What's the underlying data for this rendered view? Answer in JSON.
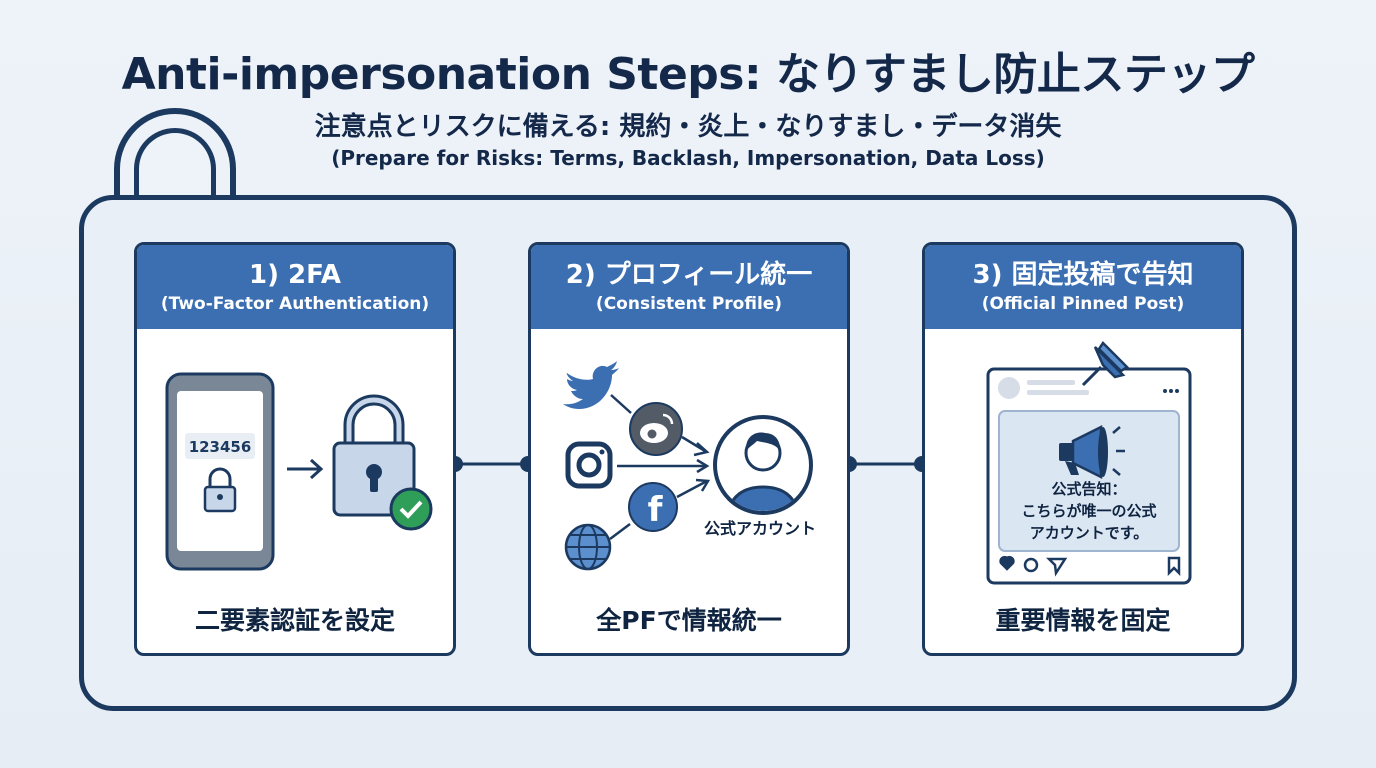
{
  "title": "Anti-impersonation Steps: なりすまし防止ステップ",
  "subtitle": "注意点とリスクに備える: 規約・炎上・なりすまし・データ消失",
  "subtitle_en": "(Prepare for Risks: Terms, Backlash, Impersonation, Data Loss)",
  "steps": [
    {
      "title": "1) 2FA",
      "subtitle": "(Two-Factor Authentication)",
      "code": "123456",
      "caption": "二要素認証を設定"
    },
    {
      "title": "2) プロフィール統一",
      "subtitle": "(Consistent Profile)",
      "account_label": "公式アカウント",
      "caption": "全PFで情報統一"
    },
    {
      "title": "3) 固定投稿で告知",
      "subtitle": "(Official Pinned Post)",
      "post_line1": "公式告知：",
      "post_line2": "こちらが唯一の公式",
      "post_line3": "アカウントです。",
      "caption": "重要情報を固定"
    }
  ],
  "colors": {
    "header_blue": "#3b6fb2",
    "navy": "#1c3a60",
    "check_green": "#2f9e58"
  },
  "icons": [
    "padlock-shackle",
    "smartphone-icon",
    "padlock-icon",
    "check-icon",
    "twitter-bird-icon",
    "weibo-icon",
    "instagram-icon",
    "facebook-icon",
    "globe-icon",
    "user-avatar-icon",
    "pushpin-icon",
    "megaphone-icon",
    "heart-icon",
    "comment-icon",
    "share-icon",
    "bookmark-icon"
  ]
}
